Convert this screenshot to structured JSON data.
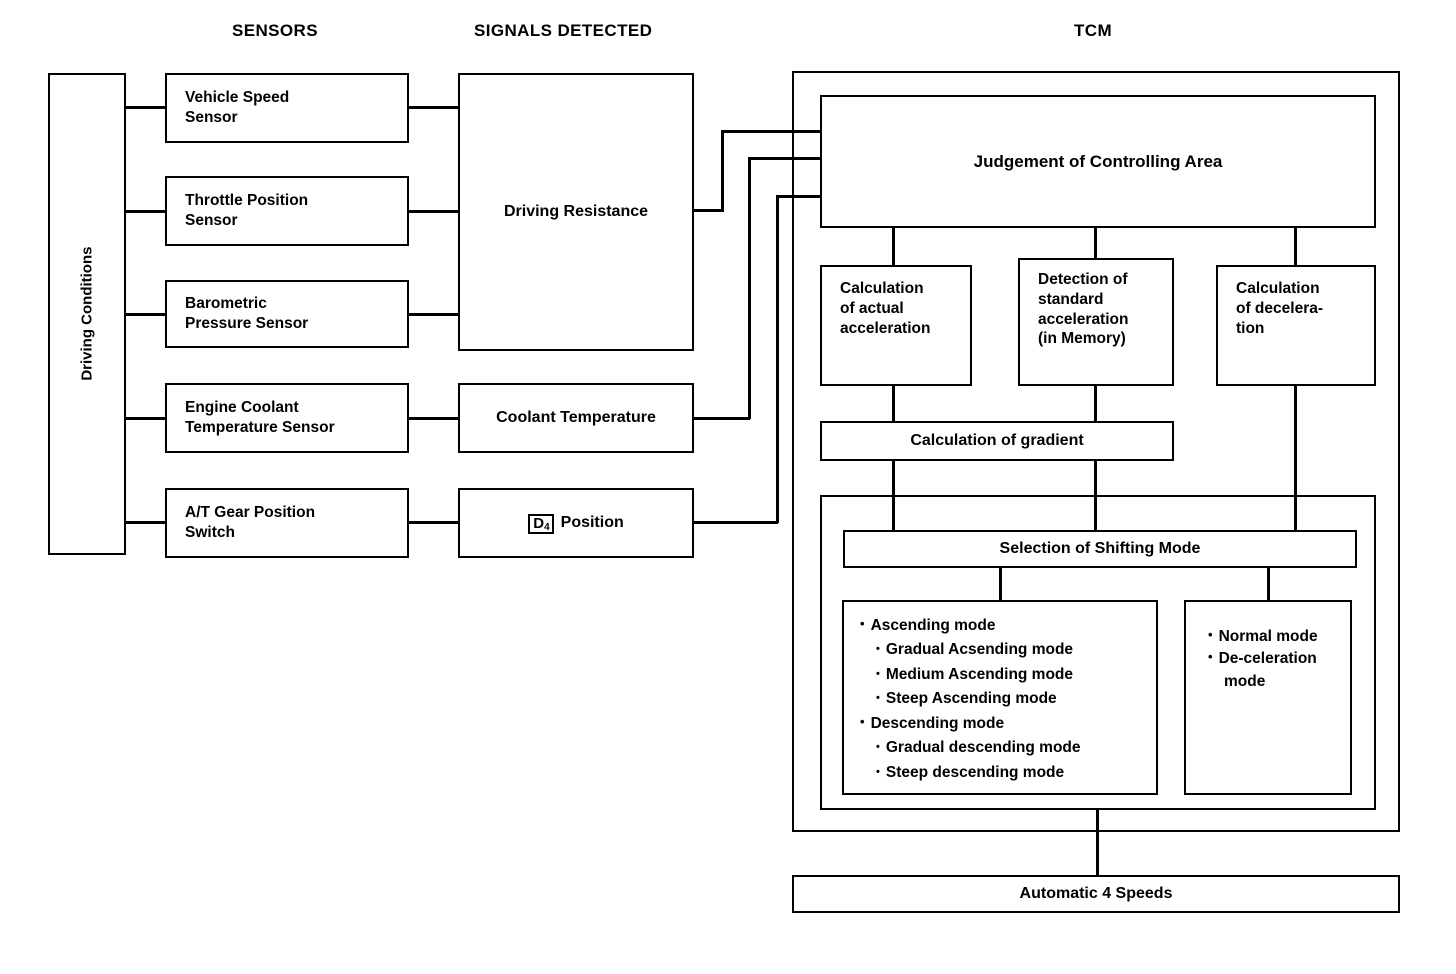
{
  "headers": {
    "sensors": "SENSORS",
    "signals_detected": "SIGNALS DETECTED",
    "tcm": "TCM"
  },
  "driving_conditions": {
    "label": "Driving Conditions"
  },
  "sensors": [
    {
      "id": "vehicle-speed-sensor",
      "label": "Vehicle Speed\nSensor"
    },
    {
      "id": "throttle-position-sensor",
      "label": "Throttle Position\nSensor"
    },
    {
      "id": "barometric-pressure-sensor",
      "label": "Barometric\nPressure Sensor"
    },
    {
      "id": "engine-coolant-temperature-sensor",
      "label": "Engine Coolant\nTemperature Sensor"
    },
    {
      "id": "at-gear-position-switch",
      "label": "A/T Gear Position\nSwitch"
    }
  ],
  "signals": [
    {
      "id": "driving-resistance",
      "label": "Driving Resistance"
    },
    {
      "id": "coolant-temperature",
      "label": "Coolant Temperature"
    },
    {
      "id": "d4-position",
      "chip_letter": "D",
      "chip_sub": "4",
      "label": "Position"
    }
  ],
  "tcm": {
    "judgement": "Judgement of Controlling Area",
    "calc_actual_acceleration": "Calculation\nof actual\nacceleration",
    "detect_standard_acceleration": "Detection of\nstandard\nacceleration\n(in Memory)",
    "calc_deceleration": "Calculation\nof decelera-\ntion",
    "calc_gradient": "Calculation of gradient",
    "selection_of_shifting_mode": "Selection of Shifting Mode",
    "modes_left": [
      {
        "level": 1,
        "label": "Ascending mode"
      },
      {
        "level": 2,
        "label": "Gradual Acsending mode"
      },
      {
        "level": 2,
        "label": "Medium Ascending mode"
      },
      {
        "level": 2,
        "label": "Steep Ascending mode"
      },
      {
        "level": 1,
        "label": "Descending mode"
      },
      {
        "level": 2,
        "label": "Gradual descending mode"
      },
      {
        "level": 2,
        "label": "Steep descending mode"
      }
    ],
    "modes_right": [
      {
        "level": 1,
        "label": "Normal mode"
      },
      {
        "level": 1,
        "label": "De-celeration mode"
      }
    ]
  },
  "output": {
    "automatic_4_speeds": "Automatic 4 Speeds"
  },
  "colors": {
    "line": "#000000",
    "background": "#ffffff"
  }
}
